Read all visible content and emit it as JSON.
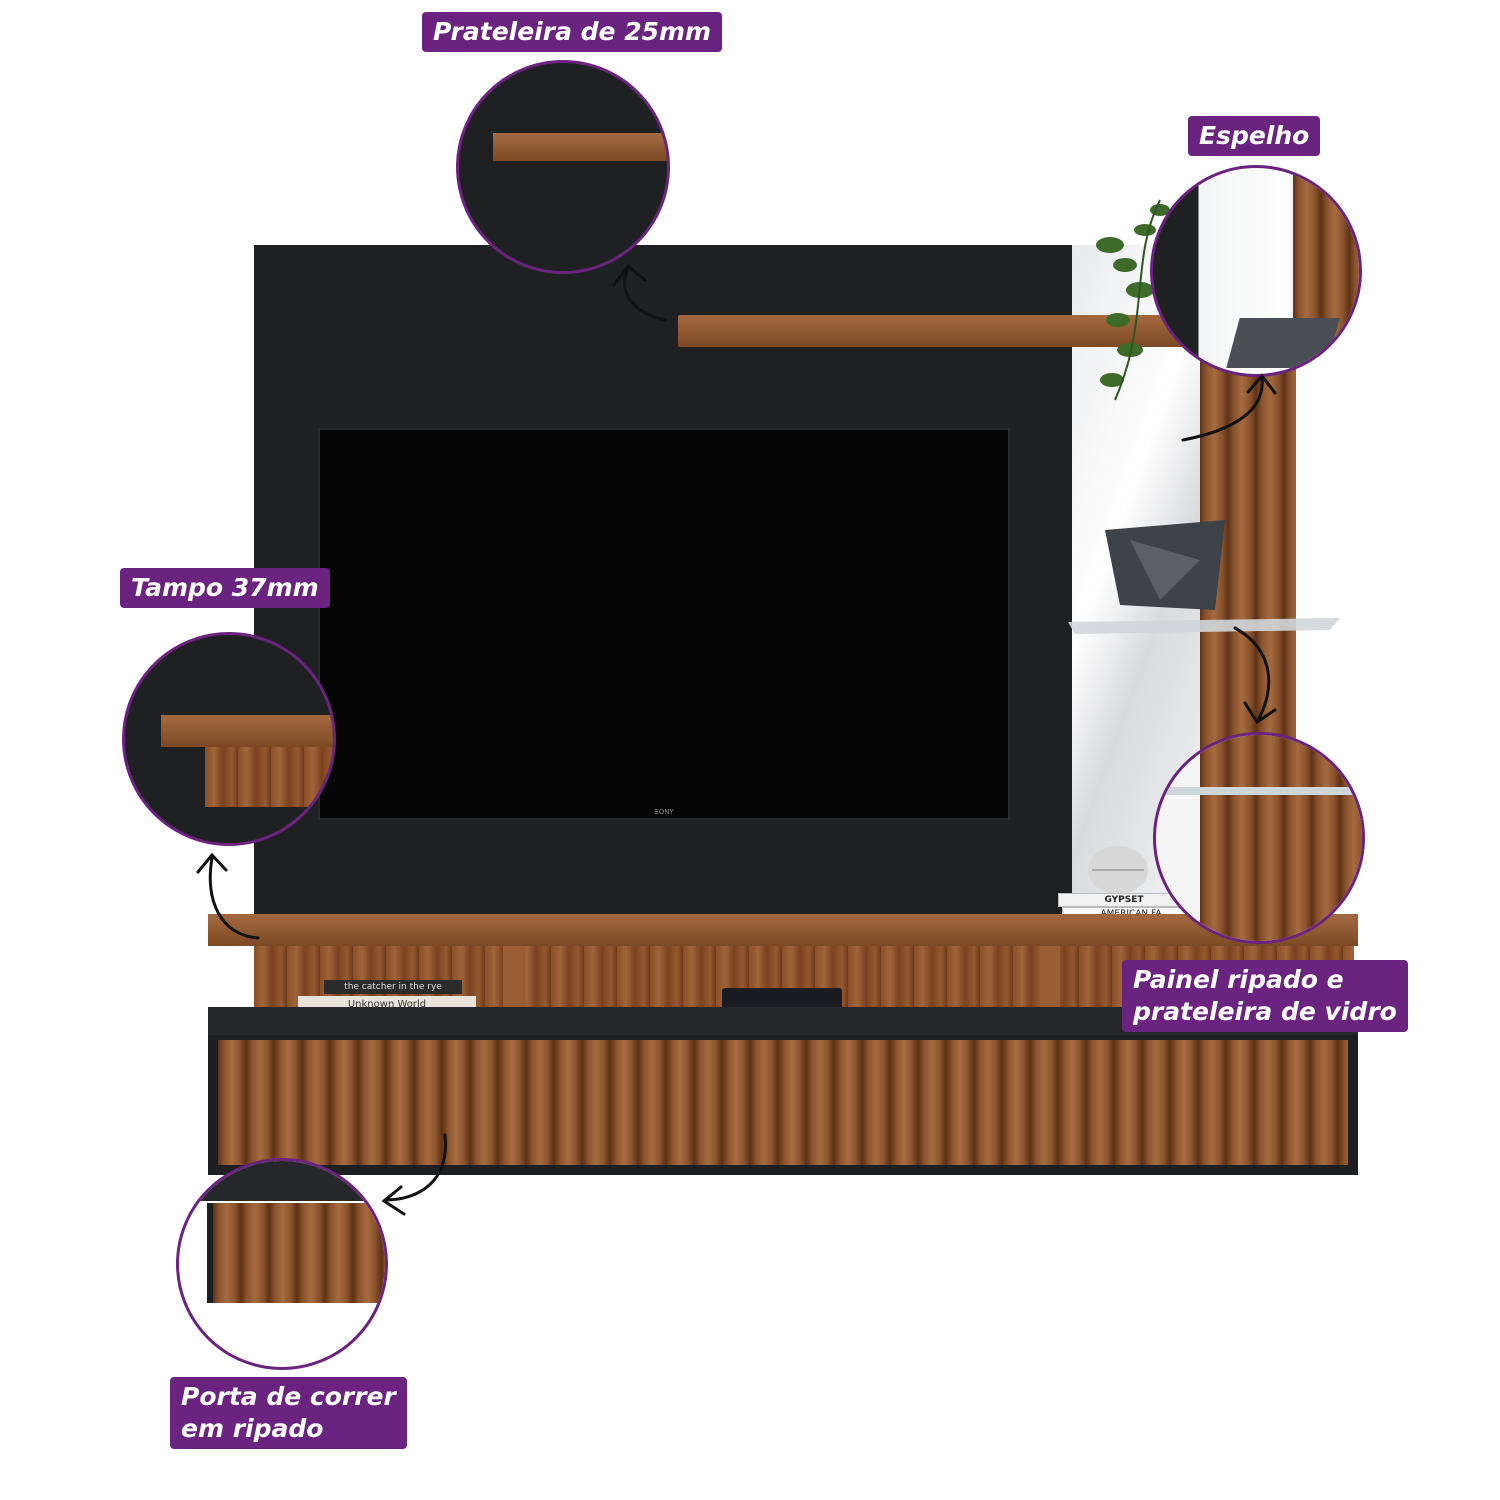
{
  "labels": {
    "shelf_25mm": "Prateleira de 25mm",
    "mirror": "Espelho",
    "top_37mm": "Tampo 37mm",
    "slatted_panel_line1": "Painel ripado e",
    "slatted_panel_line2": "prateleira de vidro",
    "sliding_door_line1": "Porta de correr",
    "sliding_door_line2": "em ripado"
  },
  "tv": {
    "brand": "SONY"
  },
  "books": {
    "spine_1": "Unknown World",
    "spine_2": "the catcher in the rye",
    "spine_3": "GYPSET",
    "spine_4": "AMERICAN FA"
  },
  "colors": {
    "label_bg": "#6b2380",
    "panel_black": "#1f2022",
    "wood": "#8a4f28",
    "tv_screen": "#050505"
  }
}
